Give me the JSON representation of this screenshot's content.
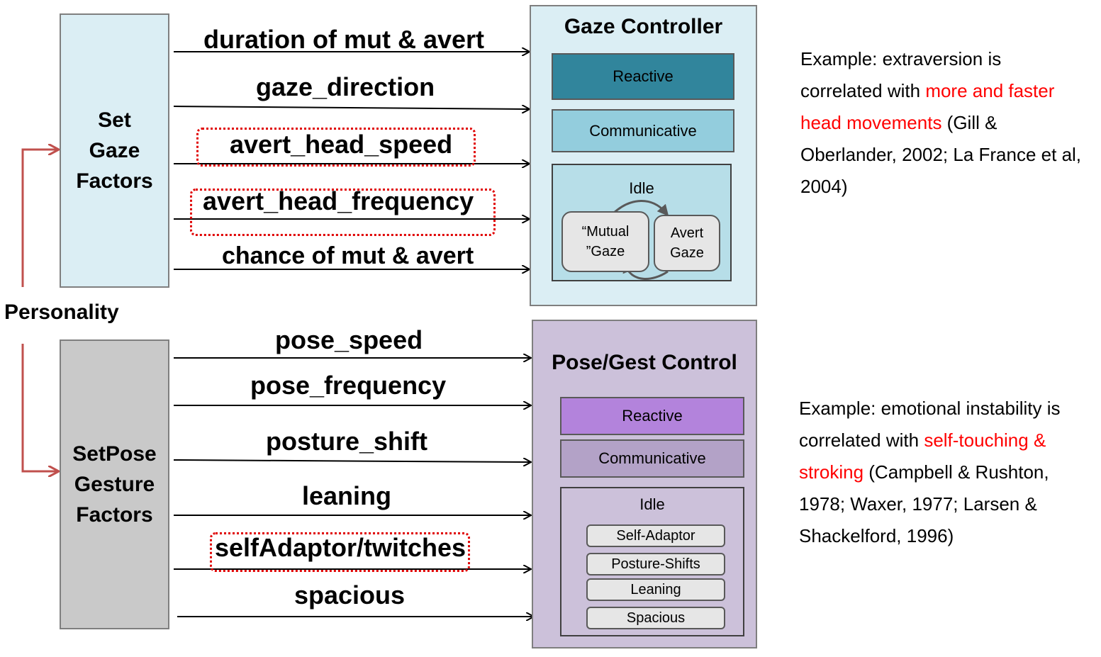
{
  "personality_label": "Personality",
  "gaze_factors": {
    "line1": "Set",
    "line2": "Gaze",
    "line3": "Factors"
  },
  "pose_factors": {
    "line1": "SetPose",
    "line2": "Gesture",
    "line3": "Factors"
  },
  "gaze_params": [
    "duration of mut & avert",
    "gaze_direction",
    "avert_head_speed",
    "avert_head_frequency",
    "chance of mut & avert"
  ],
  "pose_params": [
    "pose_speed",
    "pose_frequency",
    "posture_shift",
    "leaning",
    "selfAdaptor/twitches",
    "spacious"
  ],
  "gaze_controller": {
    "title": "Gaze Controller",
    "reactive": "Reactive",
    "communicative": "Communicative",
    "idle": "Idle",
    "mutual_gaze_line1": "“Mutual",
    "mutual_gaze_line2": "”Gaze",
    "avert_gaze_line1": "Avert",
    "avert_gaze_line2": "Gaze"
  },
  "pose_controller": {
    "title": "Pose/Gest Control",
    "reactive": "Reactive",
    "communicative": "Communicative",
    "idle": "Idle",
    "idle_items": [
      "Self-Adaptor",
      "Posture-Shifts",
      "Leaning",
      "Spacious"
    ]
  },
  "example_gaze": {
    "text1": "Example: extraversion is correlated with ",
    "highlight": "more and faster head movements",
    "text2": " (Gill & Oberlander, 2002; La France et al, 2004)"
  },
  "example_pose": {
    "text1": "Example: emotional instability is correlated with ",
    "highlight": "self-touching & stroking",
    "text2": " (Campbell & Rushton, 1978; Waxer, 1977; Larsen & Shackelford, 1996)"
  },
  "colors": {
    "gaze_factor_fill": "#dbeef4",
    "pose_factor_fill": "#c9c9c9",
    "gaze_reactive": "#31859c",
    "gaze_communicative": "#93cddd",
    "gaze_idle": "#b7dee8",
    "pose_reactive": "#b383dc",
    "pose_communicative": "#b3a2c7",
    "personality_arrow": "#c0504d",
    "highlight_red": "#ff0000"
  }
}
